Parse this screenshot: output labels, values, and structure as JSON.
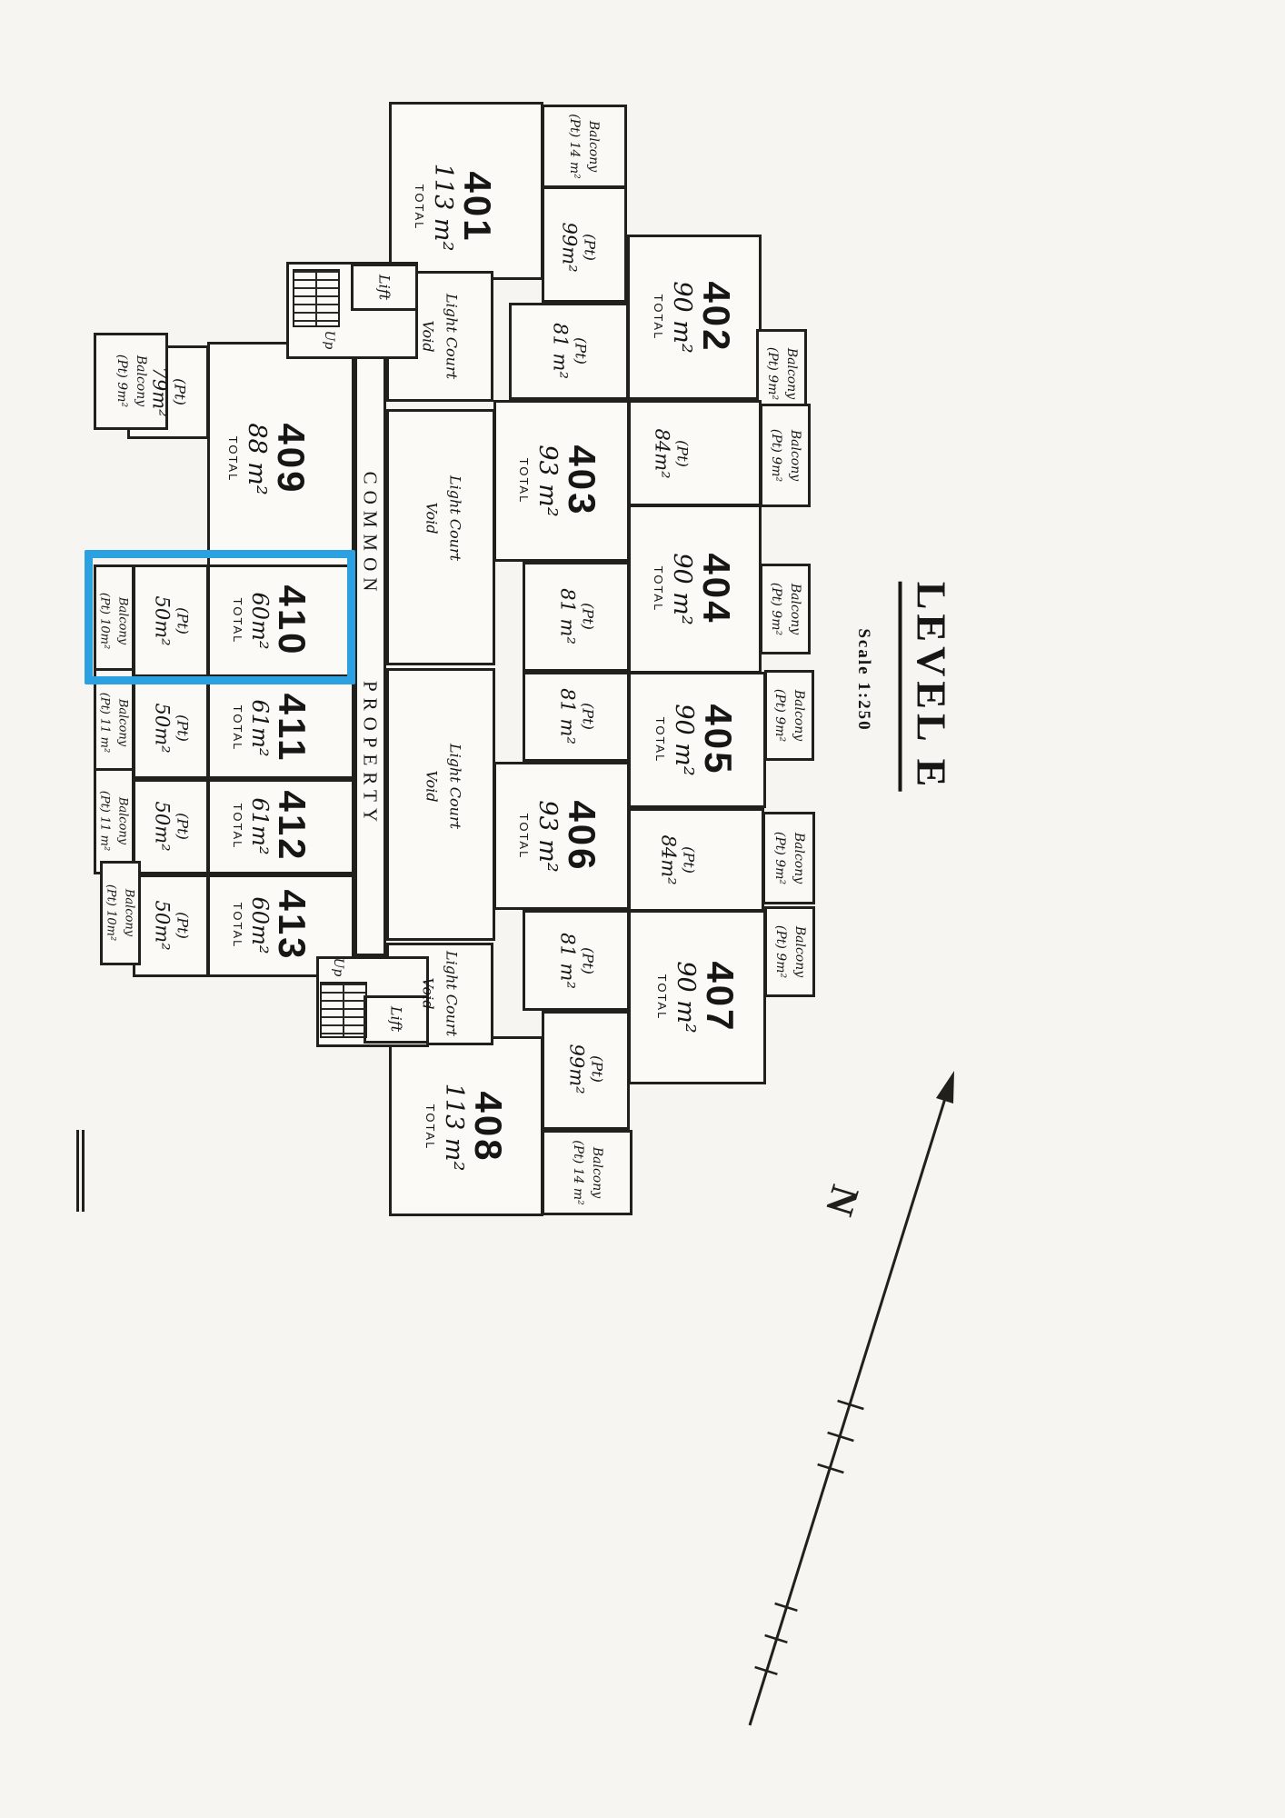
{
  "page": {
    "title": "LEVEL E",
    "scale": "Scale 1:250"
  },
  "labels": {
    "total": "TOTAL",
    "pt": "(Pt)",
    "balcony": "Balcony",
    "lift": "Lift",
    "up": "Up",
    "north": "N"
  },
  "light_court": {
    "line1": "Light Court",
    "line2": "Void"
  },
  "corridor": {
    "word1": "COMMON",
    "word2": "PROPERTY"
  },
  "highlight": {
    "unit": "410",
    "color": "#2ba1e2"
  },
  "units": {
    "u401": {
      "num": "401",
      "area": "113 m²",
      "part": "99m²",
      "balcony": "(Pt) 14 m²"
    },
    "u402": {
      "num": "402",
      "area": "90 m²",
      "part": "81 m²",
      "balcony": "(Pt) 9m²"
    },
    "u403": {
      "num": "403",
      "area": "93 m²",
      "part": "84m²",
      "balcony": "(Pt) 9m²"
    },
    "u404": {
      "num": "404",
      "area": "90 m²",
      "part": "81 m²",
      "balcony": "(Pt) 9m²"
    },
    "u405": {
      "num": "405",
      "area": "90 m²",
      "part": "81 m²",
      "balcony": "(Pt) 9m²"
    },
    "u406": {
      "num": "406",
      "area": "93 m²",
      "part": "84m²",
      "balcony": "(Pt) 9m²"
    },
    "u407": {
      "num": "407",
      "area": "90 m²",
      "part": "81 m²",
      "balcony": "(Pt) 9m²"
    },
    "u408": {
      "num": "408",
      "area": "113 m²",
      "part": "99m²",
      "balcony": "(Pt) 14 m²"
    },
    "u409": {
      "num": "409",
      "area": "88 m²",
      "part": "79m²",
      "balcony": "(Pt) 9m²"
    },
    "u410": {
      "num": "410",
      "area": "60m²",
      "part": "50m²",
      "balcony": "(Pt) 10m²"
    },
    "u411": {
      "num": "411",
      "area": "61m²",
      "part": "50m²",
      "balcony": "(Pt) 11 m²"
    },
    "u412": {
      "num": "412",
      "area": "61m²",
      "part": "50m²",
      "balcony": "(Pt) 11 m²"
    },
    "u413": {
      "num": "413",
      "area": "60m²",
      "part": "50m²",
      "balcony": "(Pt) 10m²"
    }
  }
}
